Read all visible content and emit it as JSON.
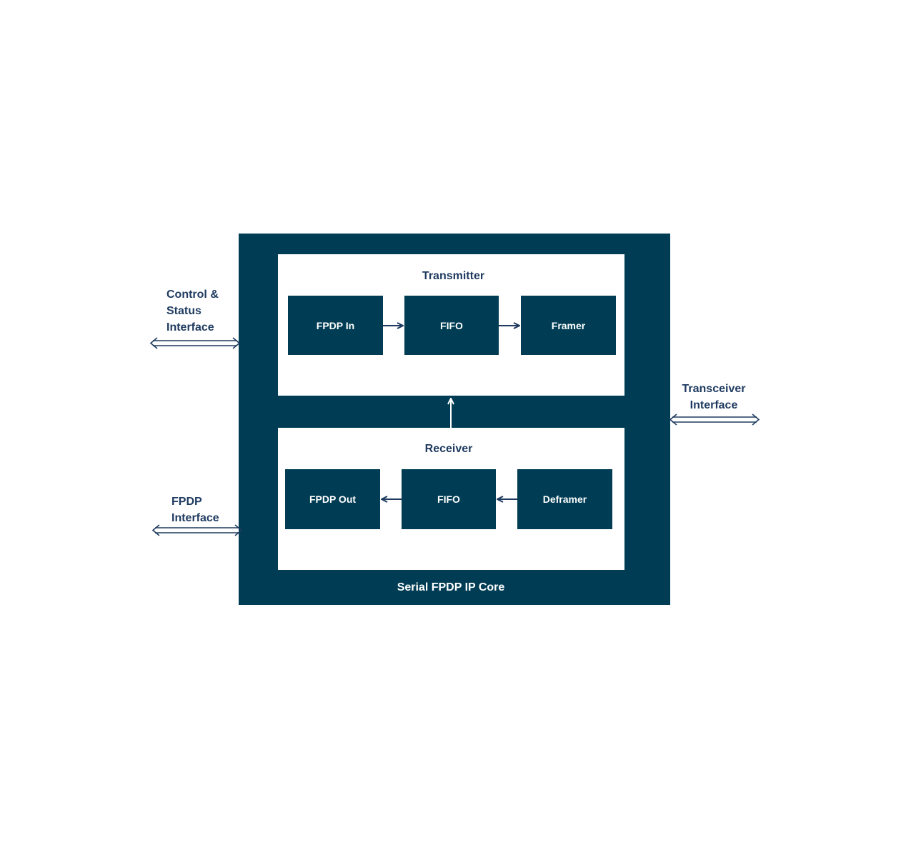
{
  "core": {
    "title": "Serial FPDP IP Core"
  },
  "transmitter": {
    "title": "Transmitter",
    "blocks": [
      "FPDP In",
      "FIFO",
      "Framer"
    ]
  },
  "receiver": {
    "title": "Receiver",
    "blocks": [
      "FPDP Out",
      "FIFO",
      "Deframer"
    ]
  },
  "interfaces": {
    "control_status": [
      "Control &",
      "Status",
      "Interface"
    ],
    "fpdp": [
      "FPDP",
      "Interface"
    ],
    "transceiver": [
      "Transceiver",
      "Interface"
    ]
  },
  "colors": {
    "block_fill": "#003d54",
    "label_text": "#1e3a5f",
    "arrow": "#1e3a5f",
    "background": "#ffffff"
  }
}
